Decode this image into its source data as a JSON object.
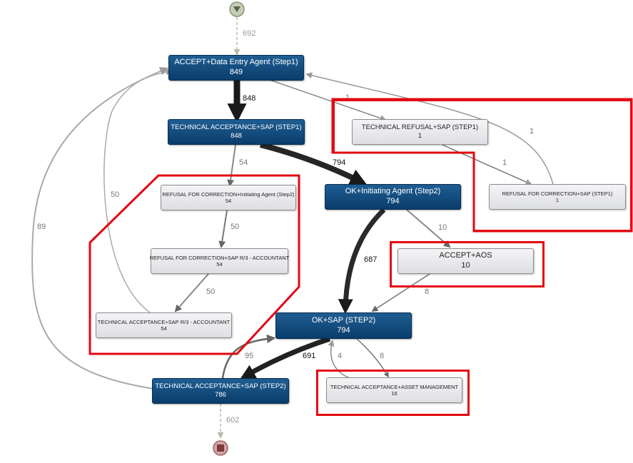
{
  "nodes": {
    "accept_data_entry": {
      "label": "ACCEPT+Data Entry Agent (Step1)",
      "count": "849"
    },
    "tech_accept_sap1": {
      "label": "TECHNICAL ACCEPTANCE+SAP (STEP1)",
      "count": "848"
    },
    "tech_refusal_sap1": {
      "label": "TECHNICAL REFUSAL+SAP (STEP1)",
      "count": "1"
    },
    "refusal_corr_sap1": {
      "label": "REFUSAL FOR CORRECTION+SAP (STEP1)",
      "count": "1"
    },
    "refusal_corr_init2": {
      "label": "REFUSAL FOR CORRECTION+Initiating Agent (Step2)",
      "count": "54"
    },
    "ok_initiating2": {
      "label": "OK+Initiating Agent (Step2)",
      "count": "794"
    },
    "refusal_corr_sapr3": {
      "label": "REFUSAL FOR CORRECTION+SAP R/3 - ACCOUNTANT",
      "count": "54"
    },
    "accept_aos": {
      "label": "ACCEPT+AOS",
      "count": "10"
    },
    "tech_accept_sapr3": {
      "label": "TECHNICAL ACCEPTANCE+SAP R/3 - ACCOUNTANT",
      "count": "54"
    },
    "ok_sap2": {
      "label": "OK+SAP (STEP2)",
      "count": "794"
    },
    "tech_accept_asset": {
      "label": "TECHNICAL ACCEPTANCE+ASSET MANAGEMENT",
      "count": "16"
    },
    "tech_accept_sap2": {
      "label": "TECHNICAL ACCEPTANCE+SAP (STEP2)",
      "count": "786"
    }
  },
  "edges": [
    {
      "id": "start_accept",
      "label": "692"
    },
    {
      "id": "accept_tech1",
      "label": "848"
    },
    {
      "id": "accept_refusal1",
      "label": "1"
    },
    {
      "id": "tech1_refinit",
      "label": "54"
    },
    {
      "id": "tech1_okinit",
      "label": "794"
    },
    {
      "id": "refusal1_refsap1",
      "label": "1"
    },
    {
      "id": "refsap1_accept",
      "label": "1"
    },
    {
      "id": "refinit_refr3",
      "label": "50"
    },
    {
      "id": "refr3_techr3",
      "label": "50"
    },
    {
      "id": "techr3_accept",
      "label": "50"
    },
    {
      "id": "okinit_aos",
      "label": "10"
    },
    {
      "id": "okinit_oksap2",
      "label": "687"
    },
    {
      "id": "aos_oksap2",
      "label": "8"
    },
    {
      "id": "oksap2_tech2",
      "label": "691"
    },
    {
      "id": "oksap2_asset",
      "label": "8"
    },
    {
      "id": "asset_oksap2",
      "label": "4"
    },
    {
      "id": "tech2_oksap2",
      "label": "95"
    },
    {
      "id": "tech2_accept",
      "label": "89"
    },
    {
      "id": "tech2_end",
      "label": "602"
    }
  ],
  "icons": {
    "start": "start-triangle-icon",
    "end": "end-square-icon"
  },
  "colors": {
    "primary_node": "#0a3d6b",
    "secondary_node": "#e6e6ea",
    "highlight": "#e30613"
  }
}
